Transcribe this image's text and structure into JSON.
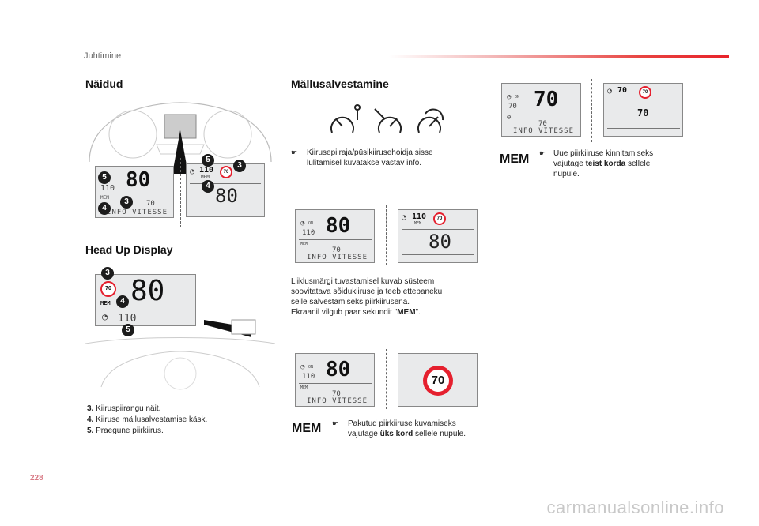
{
  "header": {
    "chapter": "Juhtimine",
    "page_number": "228"
  },
  "section_left": {
    "title": "Näidud"
  },
  "section_hud": {
    "title": "Head Up Display"
  },
  "section_mid": {
    "title": "Mällusalvestamine"
  },
  "display": {
    "big_speed": "80",
    "limit": "110",
    "mem": "MEM",
    "target": "70",
    "info": "INFO VITESSE",
    "sign_70": "70",
    "speed_80": "80",
    "big70": "70",
    "on": "ON",
    "mem_small": "MEM"
  },
  "badges": {
    "b3": "3",
    "b4": "4",
    "b5": "5"
  },
  "legend": [
    {
      "num": "3.",
      "text": "Kiiruspiirangu näit."
    },
    {
      "num": "4.",
      "text": "Kiiruse mällusalvestamise käsk."
    },
    {
      "num": "5.",
      "text": "Praegune piirkiirus."
    }
  ],
  "mid_bullet1": "Kiirusepiiraja/püsikiirusehoidja sisse lülitamisel kuvatakse vastav info.",
  "mid_para": [
    "Liiklusmärgi tuvastamisel kuvab süsteem",
    "soovitatava sõidukiiruse ja teeb ettepaneku",
    "selle salvestamiseks piirkiirusena.",
    "Ekraanil vilgub paar sekundit \"",
    "MEM",
    "\"."
  ],
  "mid_bullet2": {
    "pre": "Pakutud piirkiiruse kuvamiseks vajutage ",
    "bold": "üks kord",
    "post": " sellele nupule."
  },
  "right_bullet": {
    "pre": "Uue piirkiiruse kinnitamiseks vajutage ",
    "bold": "teist korda",
    "post": " sellele nupule."
  },
  "mem_label": "MEM",
  "bullet_glyph": "☛",
  "watermark": "carmanualsonline.info",
  "colors": {
    "accent_red": "#e8232a",
    "sign_red": "#e5202e",
    "panel_bg": "#e9eaeb"
  }
}
